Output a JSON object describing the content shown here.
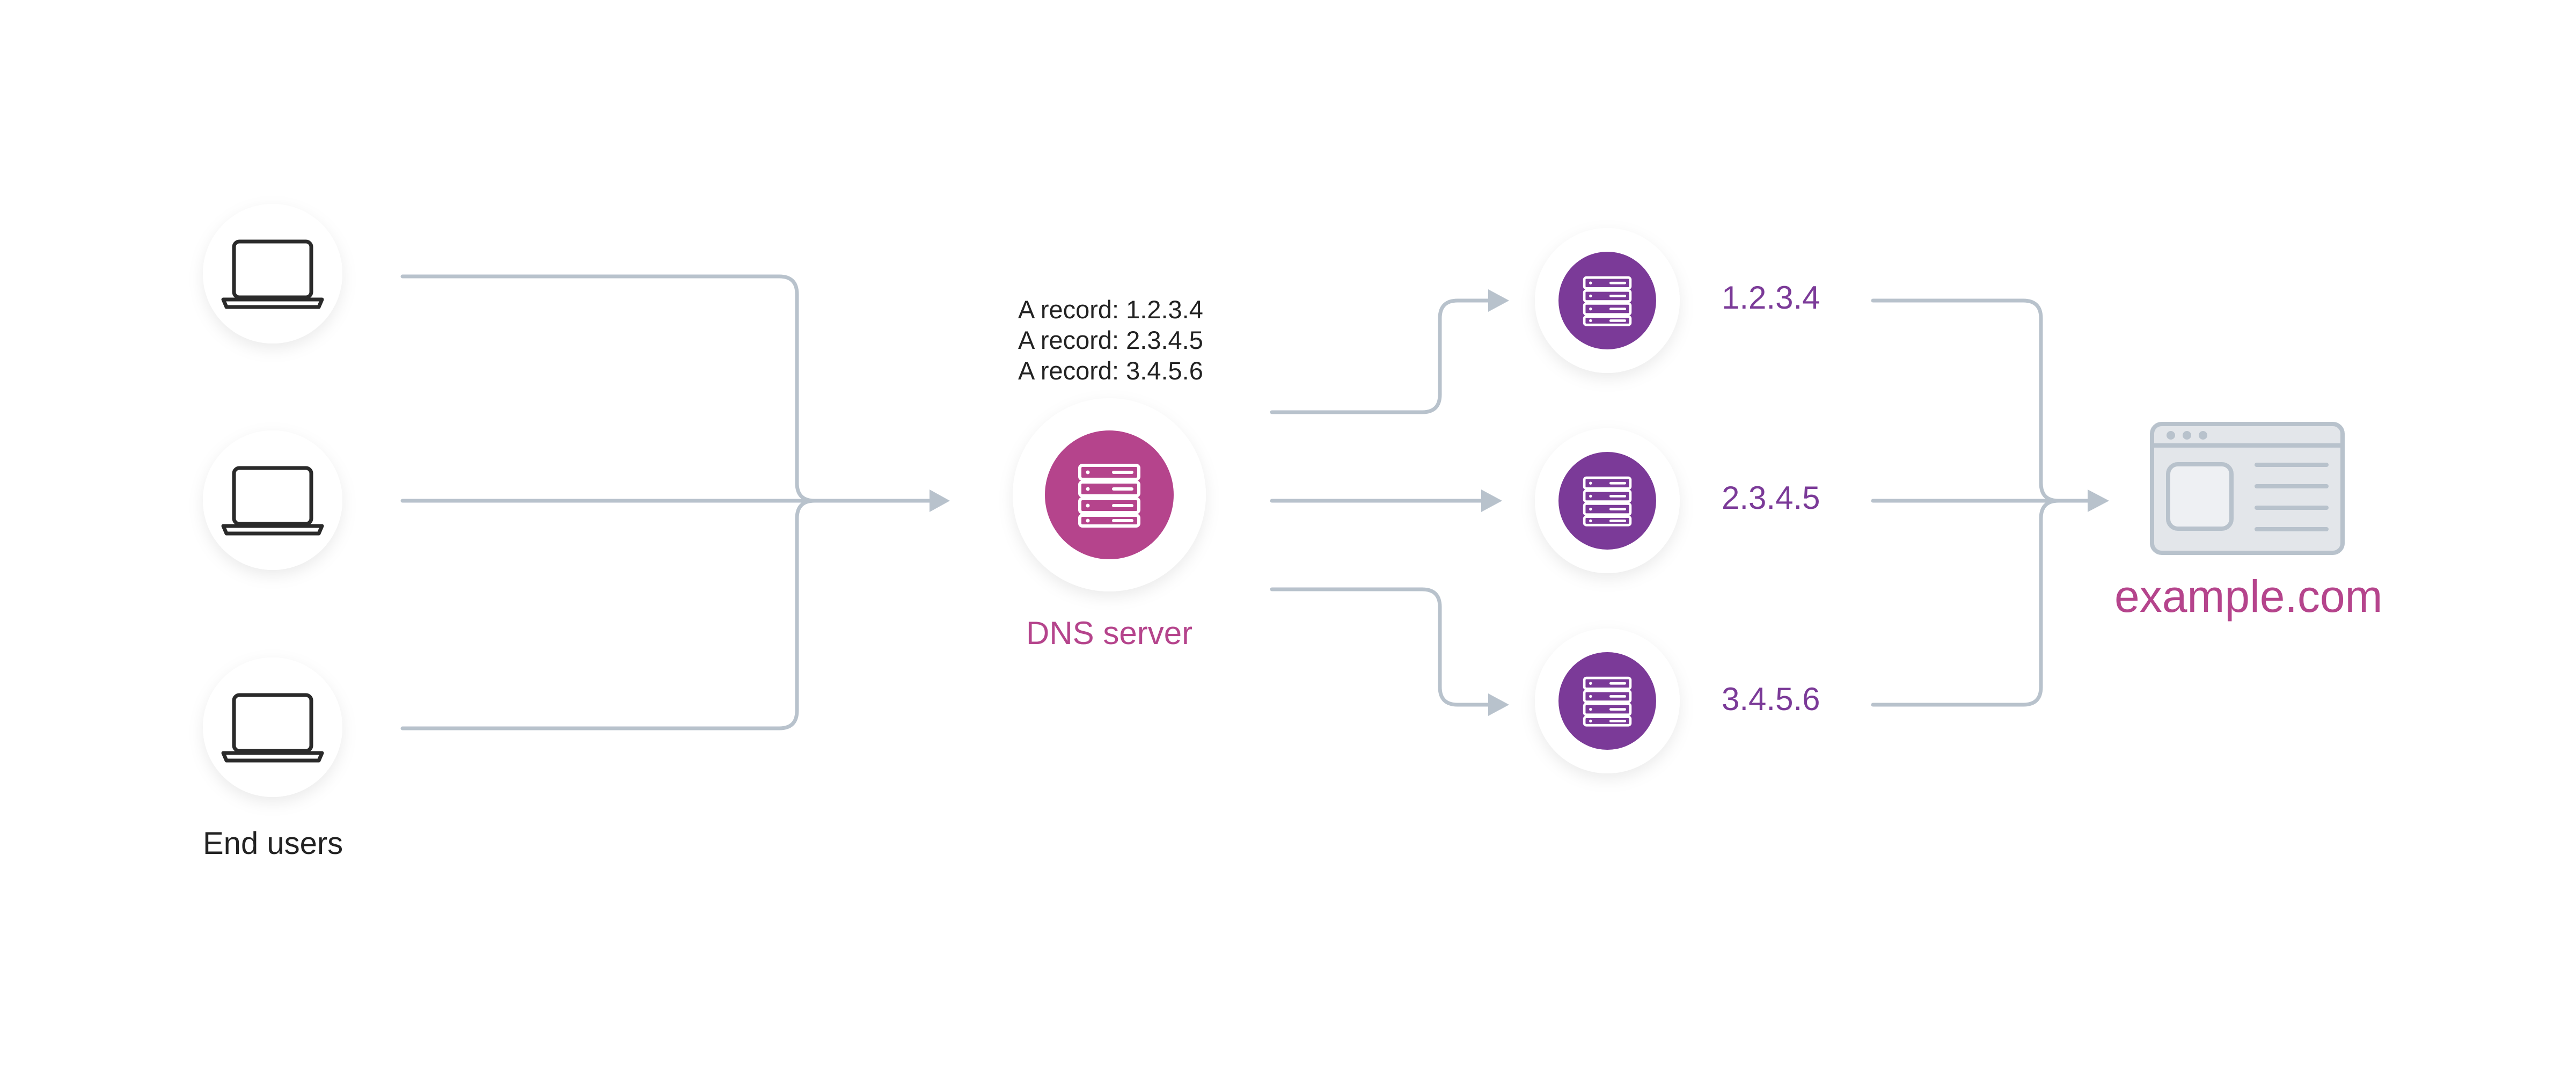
{
  "end_users": {
    "label": "End users",
    "icon": "laptop-icon",
    "count": 3
  },
  "dns_server": {
    "label": "DNS server",
    "icon": "server-icon",
    "color": "#b5448c",
    "records": [
      "A record: 1.2.3.4",
      "A record: 2.3.4.5",
      "A record: 3.4.5.6"
    ]
  },
  "servers": {
    "icon": "server-icon",
    "color": "#7b3a98",
    "ips": [
      "1.2.3.4",
      "2.3.4.5",
      "3.4.5.6"
    ]
  },
  "website": {
    "label": "example.com",
    "icon": "browser-window-icon"
  },
  "colors": {
    "connector": "#b8c2cc",
    "text": "#222222"
  }
}
